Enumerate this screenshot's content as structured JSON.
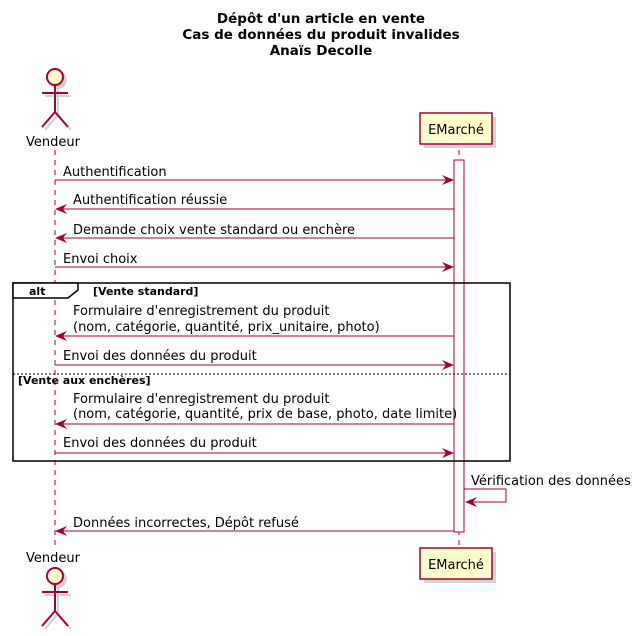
{
  "title": {
    "line1": "Dépôt d'un article en vente",
    "line2": "Cas de données du produit invalides",
    "line3": "Anaïs Decolle"
  },
  "participants": {
    "seller": "Vendeur",
    "system": "EMarché"
  },
  "messages": {
    "m1": "Authentification",
    "m2": "Authentification réussie",
    "m3": "Demande choix vente standard ou enchère",
    "m4": "Envoi choix",
    "m5_line1": "Formulaire d'enregistrement du produit",
    "m5_line2": "(nom, catégorie, quantité, prix_unitaire, photo)",
    "m6": "Envoi des données du produit",
    "m7_line1": "Formulaire d'enregistrement du produit",
    "m7_line2": "(nom, catégorie, quantité, prix de base, photo, date limite)",
    "m8": "Envoi des données du produit",
    "m9": "Vérification des données",
    "m10": "Données incorrectes, Dépôt refusé"
  },
  "fragment": {
    "kind": "alt",
    "guard1": "[Vente standard]",
    "guard2": "[Vente aux enchères]"
  },
  "colors": {
    "line": "#A80036",
    "participant_fill": "#FEFECE",
    "fragment_border": "#000000",
    "shadow": "#D3D3D3"
  }
}
